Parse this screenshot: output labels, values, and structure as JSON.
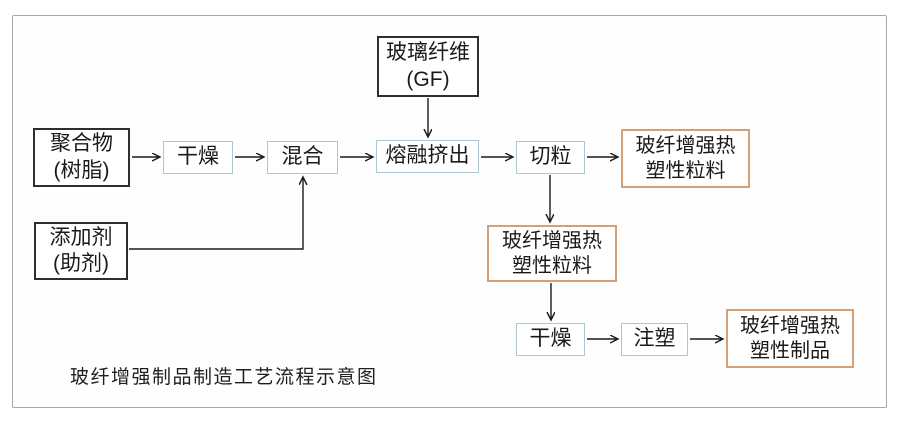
{
  "diagram": {
    "caption": "玻纤增强制品制造工艺流程示意图",
    "nodes": {
      "gf": {
        "line1": "玻璃纤维",
        "line2": "(GF)",
        "role": "input-material"
      },
      "polymer": {
        "line1": "聚合物",
        "line2": "(树脂)",
        "role": "input-material"
      },
      "dry1": {
        "label": "干燥",
        "role": "process-step"
      },
      "mix": {
        "label": "混合",
        "role": "process-step"
      },
      "extrude": {
        "label": "熔融挤出",
        "role": "process-step"
      },
      "cut": {
        "label": "切粒",
        "role": "process-step"
      },
      "pellets1": {
        "line1": "玻纤增强热",
        "line2": "塑性粒料",
        "role": "product"
      },
      "additives": {
        "line1": "添加剂",
        "line2": "(助剂)",
        "role": "input-material"
      },
      "pellets2": {
        "line1": "玻纤增强热",
        "line2": "塑性粒料",
        "role": "intermediate-product"
      },
      "dry2": {
        "label": "干燥",
        "role": "process-step"
      },
      "inject": {
        "label": "注塑",
        "role": "process-step"
      },
      "product": {
        "line1": "玻纤增强热",
        "line2": "塑性制品",
        "role": "final-product"
      }
    },
    "edges": [
      {
        "from": "polymer",
        "to": "dry1"
      },
      {
        "from": "dry1",
        "to": "mix"
      },
      {
        "from": "mix",
        "to": "extrude"
      },
      {
        "from": "gf",
        "to": "extrude"
      },
      {
        "from": "additives",
        "to": "mix"
      },
      {
        "from": "extrude",
        "to": "cut"
      },
      {
        "from": "cut",
        "to": "pellets1"
      },
      {
        "from": "cut",
        "to": "pellets2"
      },
      {
        "from": "pellets2",
        "to": "dry2"
      },
      {
        "from": "dry2",
        "to": "inject"
      },
      {
        "from": "inject",
        "to": "product"
      }
    ],
    "colors": {
      "input_border": "#2e2e2e",
      "process_border": "#aec6cf",
      "product_border": "#d5a075",
      "arrow": "#1a1a1a",
      "frame_border": "#a9a9a9",
      "text": "#1a1a1a",
      "background": "#ffffff"
    }
  }
}
